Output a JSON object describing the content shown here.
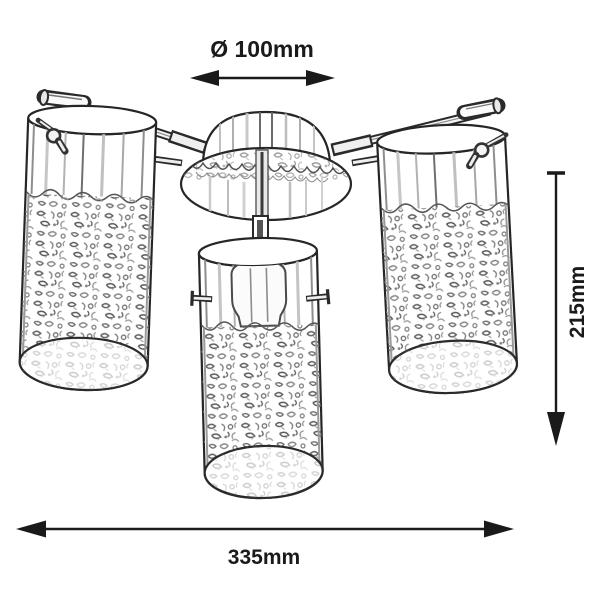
{
  "page": {
    "background": "#ffffff",
    "ink_color": "#1a1a1a",
    "sketch_line_color": "#2a2a2a"
  },
  "drawing": {
    "subject": "3-light ceiling lamp, cylindrical crystal-textured glass shades, sketch line-art",
    "shade_count": 3
  },
  "dimensions": {
    "diameter_label": "Ø 100mm",
    "height_label": "215mm",
    "width_label": "335mm"
  }
}
